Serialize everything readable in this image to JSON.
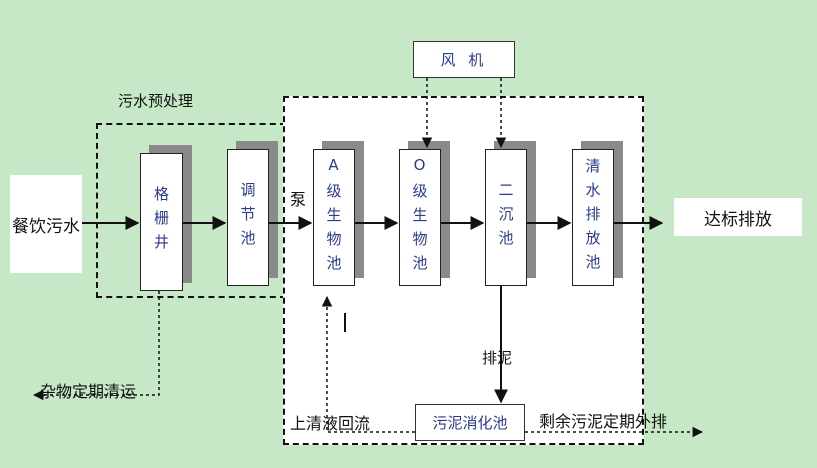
{
  "input_label": "餐饮污水",
  "output_label": "达标排放",
  "pretreatment_label": "污水预处理",
  "blower_label": "风 机",
  "pump_label": "泵",
  "units": {
    "grille": "格栅井",
    "regulating": "调节池",
    "a_tank": "A级生物池",
    "o_tank": "O级生物池",
    "clarifier": "二沉池",
    "clear_water": "清水排放池"
  },
  "sludge_digester_label": "污泥消化池",
  "debris_label": "杂物定期清运",
  "sludge_discharge_label": "排泥",
  "supernatant_return_label": "上清液回流",
  "excess_sludge_label": "剩余污泥定期外排"
}
